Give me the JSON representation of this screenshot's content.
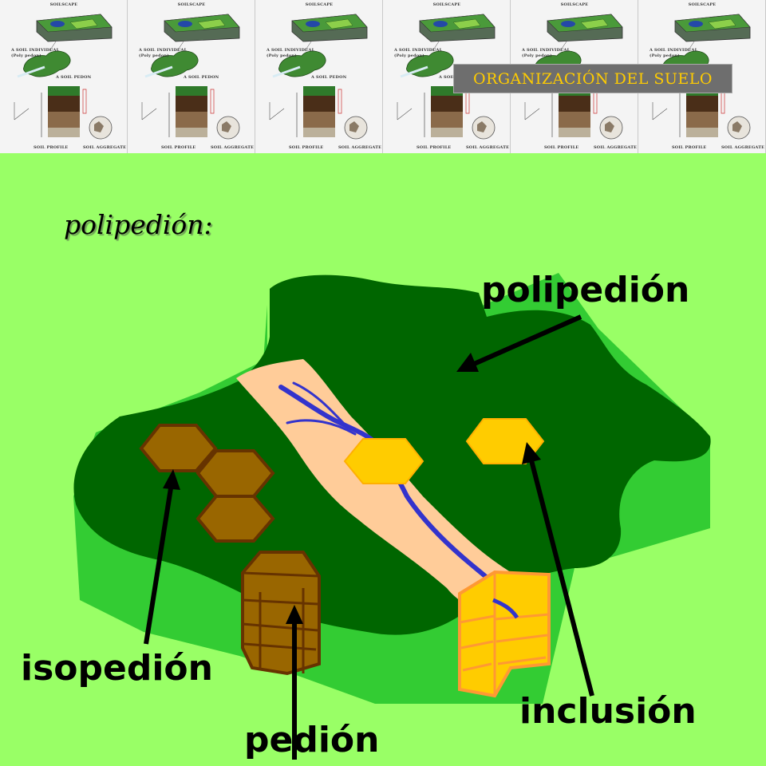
{
  "banner": {
    "panel_count": 6,
    "captions": {
      "soilscape": "SOILSCAPE",
      "individual": "A SOIL INDIVIDUAL",
      "polypedon": "(Poly pedon)",
      "pedon": "A SOIL PEDON",
      "profile": "SOIL PROFILE",
      "aggregate": "SOIL AGGREGATE"
    }
  },
  "title": "ORGANIZACIÓN DEL SUELO",
  "subtitle": "polipedión:",
  "labels": {
    "polipedion": "polipedión",
    "isopedion": "isopedión",
    "pedion": "pedión",
    "inclusion": "inclusión"
  },
  "colors": {
    "background": "#99ff66",
    "landscape_top": "#006600",
    "landscape_side": "#33cc33",
    "river_band": "#ffcc99",
    "river": "#3333cc",
    "pedon": "#996600",
    "pedon_edge": "#663300",
    "inclusion": "#ffcc00",
    "inclusion_edge": "#ff9933",
    "title_text": "#ffcc00",
    "title_box": "#6e6e6e"
  }
}
